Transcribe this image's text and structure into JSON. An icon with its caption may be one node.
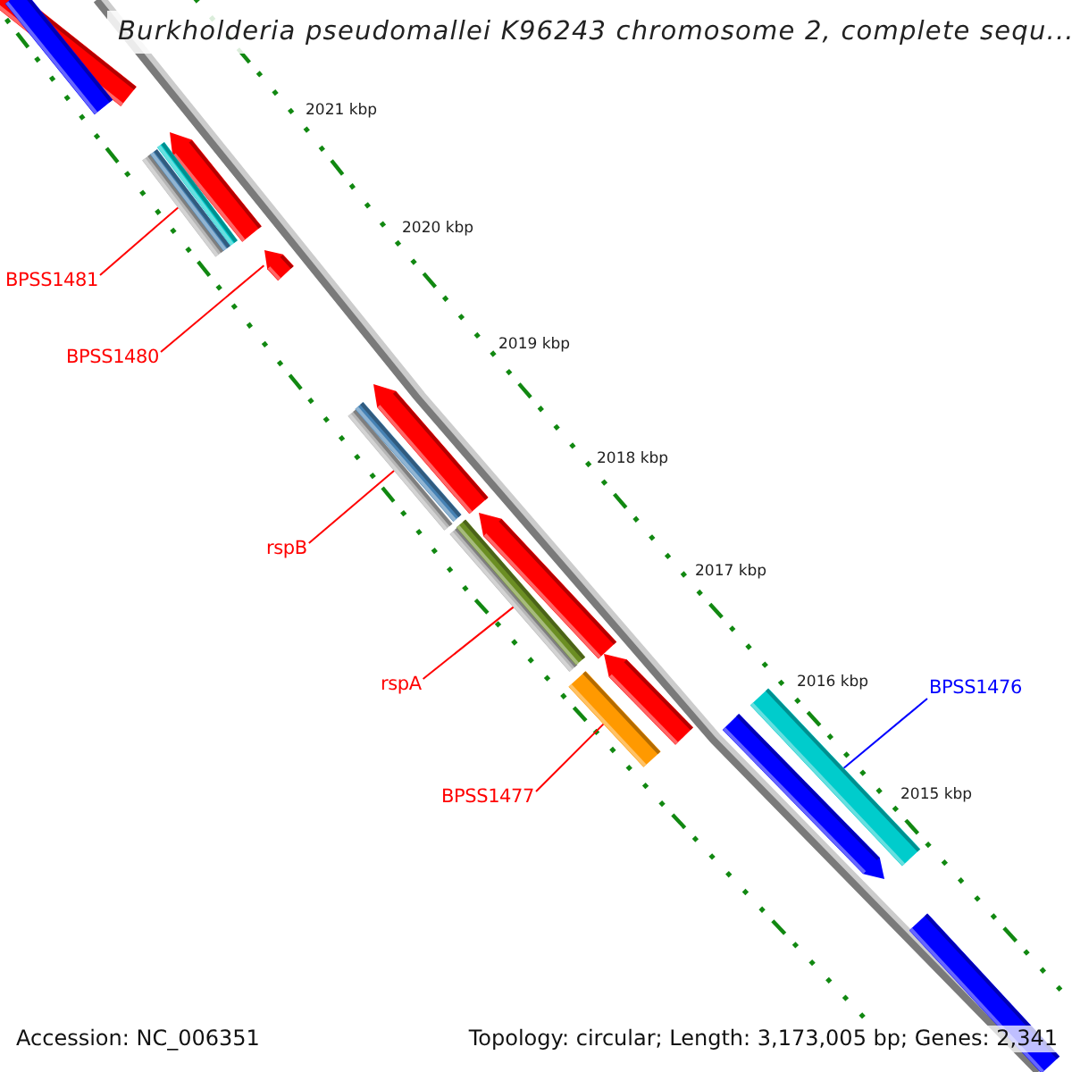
{
  "diagram": {
    "title": "Burkholderia pseudomallei K96243 chromosome 2, complete sequ...",
    "nodes": [
      {
        "text": [
          "BPSS1481"
        ]
      },
      {
        "text": [
          "BPSS1480"
        ]
      },
      {
        "text": [
          "rspB"
        ]
      },
      {
        "text": [
          "rspA"
        ]
      },
      {
        "text": [
          "BPSS1477"
        ]
      },
      {
        "text": [
          "BPSS1476"
        ]
      },
      {
        "text": [],
        "shape": "bar"
      },
      {
        "text": [],
        "shape": "bar"
      },
      {
        "text": [],
        "shape": "bar"
      },
      {
        "text": [],
        "shape": "bar"
      },
      {
        "text": [],
        "shape": "bar"
      },
      {
        "text": [],
        "shape": "bar"
      }
    ],
    "edges": [
      {
        "from": 0,
        "to": 6,
        "arrow": "none"
      },
      {
        "from": 1,
        "to": 7,
        "arrow": "none"
      },
      {
        "from": 2,
        "to": 8,
        "arrow": "none"
      },
      {
        "from": 3,
        "to": 9,
        "arrow": "none"
      },
      {
        "from": 4,
        "to": 10,
        "arrow": "none"
      },
      {
        "from": 5,
        "to": 11,
        "arrow": "none",
        "color": "#0000ff"
      }
    ],
    "labels": [
      "2021 kbp",
      "2020 kbp",
      "2019 kbp",
      "2018 kbp",
      "2017 kbp",
      "2016 kbp",
      "2015 kbp",
      "Accession: NC_006351",
      "Topology: circular; Length: 3,173,005 bp; Genes: 2,341"
    ]
  }
}
